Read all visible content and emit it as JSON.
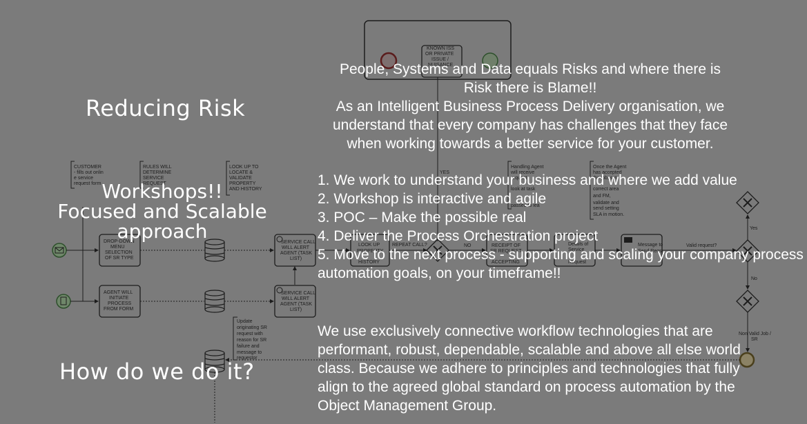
{
  "slide": {
    "title_reducing": "Reducing Risk",
    "title_workshops_lines": [
      "Workshops!!",
      "Focused and Scalable",
      "approach"
    ],
    "title_how": "How do we do it?",
    "intro_lines": [
      "People, Systems and Data equals Risks and where there is",
      "Risk there is Blame!!",
      "As an Intelligent Business Process Delivery organisation, we",
      "understand that every company has challenges that they face",
      "when working towards a better service for your customer."
    ],
    "steps": [
      "1. We work to understand your business and where we add value",
      "2. Workshop is interactive and agile",
      "3. POC – Make the possible real",
      "4. Deliver the Process Orchestration project",
      "5. Move to the next process - supporting and scaling your company process automation goals, on your timeframe!!"
    ],
    "closing": "We use exclusively connective workflow technologies that are performant, robust, dependable, scalable and above all else world class. Because we adhere to principles and technologies that fully align to the agreed global standard on process automation by the Object Management Group."
  },
  "diagram": {
    "annotations": {
      "customer": [
        "CUSTOMER",
        "- fills out onlin",
        "e service",
        "request form"
      ],
      "rules": [
        "RULES WILL",
        "DETERMINE",
        "SERVICE",
        "REQUEST"
      ],
      "lookup": [
        "LOOK UP TO",
        "LOCATE &",
        "VALIDATE",
        "PROPERTY",
        "AND HISTORY"
      ],
      "handling": [
        "Handling Agent",
        "will receive",
        "request",
        "look at task",
        "passed to lea"
      ],
      "once": [
        "Once the Agent",
        "has accepted",
        "the job, set",
        "correct area",
        "and FM,",
        "validate and",
        "send setting",
        "SLA in motion."
      ],
      "update": [
        "Update",
        "originating SR",
        "request with",
        "reason for SR",
        "failure and",
        "message to",
        "requestor"
      ]
    },
    "tasks": {
      "menu": [
        "DROP-DOWN",
        "MENU",
        "SELECTION",
        "OF SR TYPE"
      ],
      "agent_initiate": [
        "AGENT WILL",
        "INITIATE",
        "PROCESS",
        "FROM FORM"
      ],
      "service_call_1": [
        "SERVICE CALL",
        "WILL ALERT",
        "AGENT (TASK",
        "LIST)"
      ],
      "service_call_2": [
        "SERVICE CALL",
        "WILL ALERT",
        "AGENT (TASK",
        "LIST)"
      ],
      "lookup_history": [
        "LOOK UP",
        "PROPERTY",
        "HISTORY"
      ],
      "repeat_call": [
        "REPEAT CALL?"
      ],
      "receipt": [
        "RECEIPT OF",
        "SR REQUEST",
        "ACCEPTING"
      ],
      "details": [
        "Details of",
        "Service",
        "Request"
      ],
      "message": [
        "Message to",
        "Send Reqs"
      ],
      "known_issue": [
        "KNOWN ISS",
        "OR PRIVATE",
        "ISSUE /",
        "NUISANCE"
      ]
    },
    "flow_labels": {
      "yes_top": "YES",
      "no": "NO",
      "valid_request": "Valid request?",
      "yes_right": "Yes",
      "no_right": "No",
      "non_valid": [
        "Non Valid Job /",
        "SR"
      ]
    }
  }
}
